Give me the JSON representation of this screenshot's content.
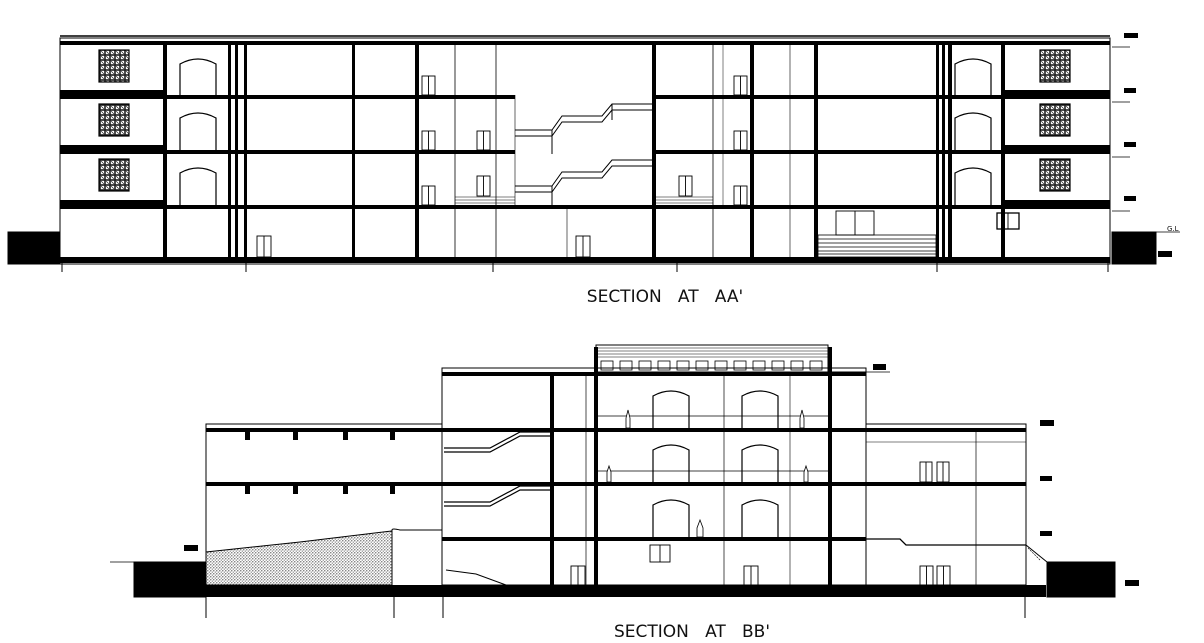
{
  "section_aa": {
    "title": "SECTION   AT   AA'",
    "ground_label": "G.L"
  },
  "section_bb": {
    "title": "SECTION   AT   BB'"
  },
  "colors": {
    "ink": "#000000",
    "paper": "#ffffff",
    "hatch": "#6e6e6e"
  }
}
